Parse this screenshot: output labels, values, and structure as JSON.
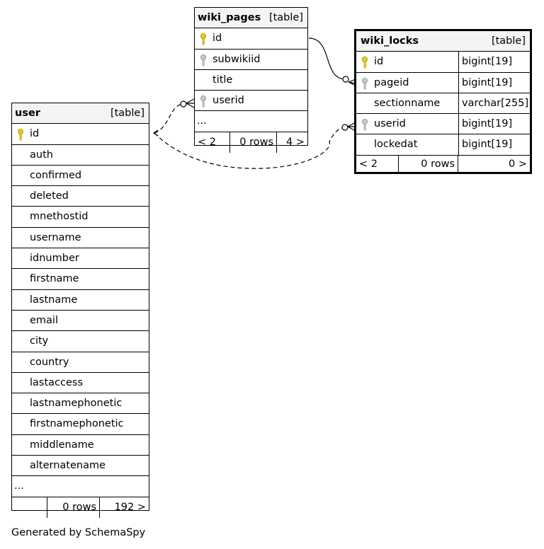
{
  "tables": {
    "user": {
      "name": "user",
      "type": "[table]",
      "columns": [
        "id",
        "auth",
        "confirmed",
        "deleted",
        "mnethostid",
        "username",
        "idnumber",
        "firstname",
        "lastname",
        "email",
        "city",
        "country",
        "lastaccess",
        "lastnamephonetic",
        "firstnamephonetic",
        "middlename",
        "alternatename"
      ],
      "ellipsis": "...",
      "footer": {
        "left": "",
        "mid": "0 rows",
        "right": "192 >"
      }
    },
    "wiki_pages": {
      "name": "wiki_pages",
      "type": "[table]",
      "columns": [
        "id",
        "subwikiid",
        "title",
        "userid"
      ],
      "ellipsis": "...",
      "footer": {
        "left": "< 2",
        "mid": "0 rows",
        "right": "4 >"
      }
    },
    "wiki_locks": {
      "name": "wiki_locks",
      "type": "[table]",
      "columns": [
        {
          "name": "id",
          "type": "bigint[19]"
        },
        {
          "name": "pageid",
          "type": "bigint[19]"
        },
        {
          "name": "sectionname",
          "type": "varchar[255]"
        },
        {
          "name": "userid",
          "type": "bigint[19]"
        },
        {
          "name": "lockedat",
          "type": "bigint[19]"
        }
      ],
      "footer": {
        "left": "< 2",
        "mid": "0 rows",
        "right": "0 >"
      }
    }
  },
  "colors": {
    "primary_key": "#e8d010",
    "foreign_key": "#b4b4b4",
    "header_bg": "#f4f4f4"
  },
  "caption": "Generated by SchemaSpy"
}
